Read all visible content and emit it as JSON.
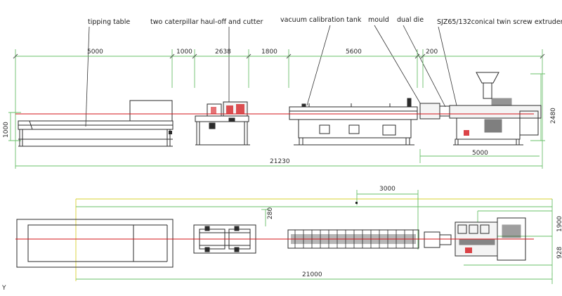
{
  "labels": {
    "tipping_table": "tipping table",
    "haul_off_cutter": "two caterpillar haul-off and cutter",
    "vacuum_tank": "vacuum calibration tank",
    "mould": "mould",
    "dual_die": "dual die",
    "extruder": "SJZ65/132conical twin screw extruder"
  },
  "side_view_dims": {
    "tipping_table_len": "5000",
    "gap_1": "1000",
    "haul_off_len": "2638",
    "gap_2": "1800",
    "tank_len": "5600",
    "die_len": "200",
    "table_height": "1000",
    "extruder_height": "2480",
    "extruder_len": "5000",
    "overall_len": "21230"
  },
  "top_view_dims": {
    "offset_3000": "3000",
    "offset_280": "280",
    "width_1900": "1900",
    "width_928": "928",
    "overall_len": "21000"
  },
  "misc": {
    "corner_mark": "Y"
  }
}
